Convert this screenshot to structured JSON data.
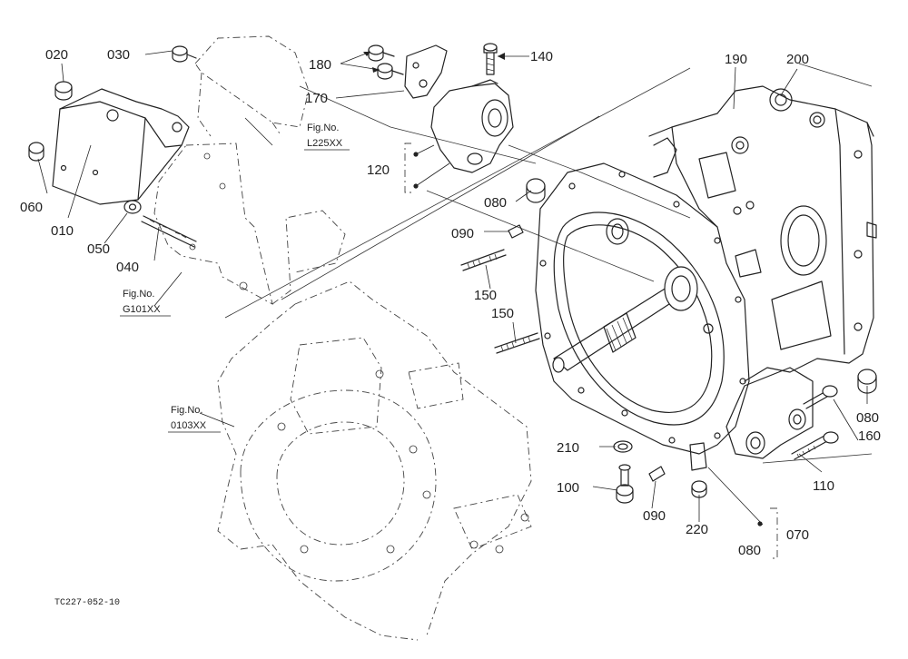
{
  "callouts": {
    "p020": "020",
    "p030": "030",
    "p060": "060",
    "p010": "010",
    "p050": "050",
    "p040": "040",
    "p180": "180",
    "p170": "170",
    "p140": "140",
    "p120": "120",
    "p190": "190",
    "p200": "200",
    "p080a": "080",
    "p090a": "090",
    "p150a": "150",
    "p150b": "150",
    "p080b": "080",
    "p160": "160",
    "p110": "110",
    "p210": "210",
    "p100": "100",
    "p090b": "090",
    "p220": "220",
    "p080c": "080",
    "p070": "070"
  },
  "figrefs": {
    "l225_label": "Fig.No.",
    "l225_code": "L225XX",
    "g101_label": "Fig.No.",
    "g101_code": "G101XX",
    "g103_label": "Fig.No.",
    "g103_code": "0103XX"
  },
  "drawing_code": "TC227-052-10"
}
